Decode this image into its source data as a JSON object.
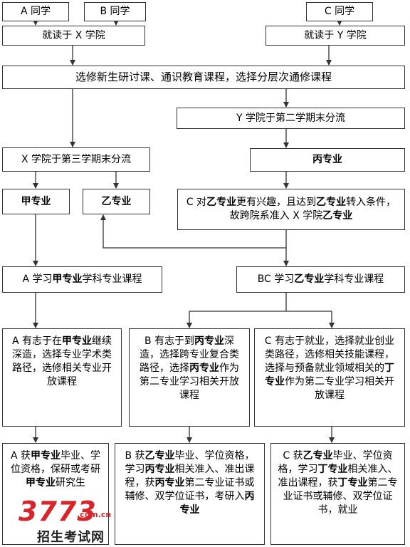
{
  "nodes": {
    "a_student": "A 同学",
    "b_student": "B 同学",
    "c_student": "C 同学",
    "x_college": "就读于 X 学院",
    "y_college": "就读于 Y 学院",
    "common_courses": "选修新生研讨课、通识教育课程，选择分层次通修课程",
    "y_split": "Y 学院于第二学期末分流",
    "x_split": "X 学院于第三学期末分流",
    "bing_major": "丙专业",
    "jia_major": "甲专业",
    "yi_major": "乙专业",
    "c_transfer_1": "C 对",
    "c_transfer_b1": "乙专业",
    "c_transfer_2": "更有兴趣，且达到",
    "c_transfer_b2": "乙专业",
    "c_transfer_3": "转入条件，故跨院系准入 X 学院",
    "c_transfer_b3": "乙专业",
    "a_learn_1": "A 学习",
    "a_learn_b": "甲专业",
    "a_learn_2": "学科专业课程",
    "bc_learn_1": "BC 学习",
    "bc_learn_b": "乙专业",
    "bc_learn_2": "学科专业课程",
    "a_path_1": "A 有志于在",
    "a_path_b": "甲专业",
    "a_path_2": "继续深造，选择专业学术类路径，选修相关专业开放课程",
    "b_path_1": "B 有志于到",
    "b_path_b1": "丙专业",
    "b_path_2": "深造，选择跨专业复合类路径，选择",
    "b_path_b2": "丙专业",
    "b_path_3": "作为第二专业学习相关开放课程",
    "c_path_1": "C 有志于就业，选择就业创业类路径，选修相关技能课程，选择与预备就业领域相关的",
    "c_path_b": "丁专业",
    "c_path_2": "作为第二专业学习相关开放课程",
    "a_result_1": "A 获",
    "a_result_b1": "甲专业",
    "a_result_2": "毕业、学位资格，保研或考研",
    "a_result_b2": "甲专业",
    "a_result_3": "研究生",
    "b_result_1": "B 获",
    "b_result_b1": "乙专业",
    "b_result_2": "毕业、学位资格，学习",
    "b_result_b2": "丙专业",
    "b_result_3": "相关准入、准出课程，获",
    "b_result_b3": "丙专业",
    "b_result_4": "第二专业证书或辅修、双学位证书，考研入",
    "b_result_b4": "丙专业",
    "c_result_1": "C 获",
    "c_result_b1": "乙专业",
    "c_result_2": "毕业、学位资格，学习",
    "c_result_b2": "丁专业",
    "c_result_3": "相关准入、准出课程，获",
    "c_result_b3": "丁专业",
    "c_result_4": "第二专业证书或辅修、双学位证书，就业"
  },
  "watermark": {
    "number": "3773",
    "domain": ".com.cn",
    "text": "招生考试网"
  }
}
